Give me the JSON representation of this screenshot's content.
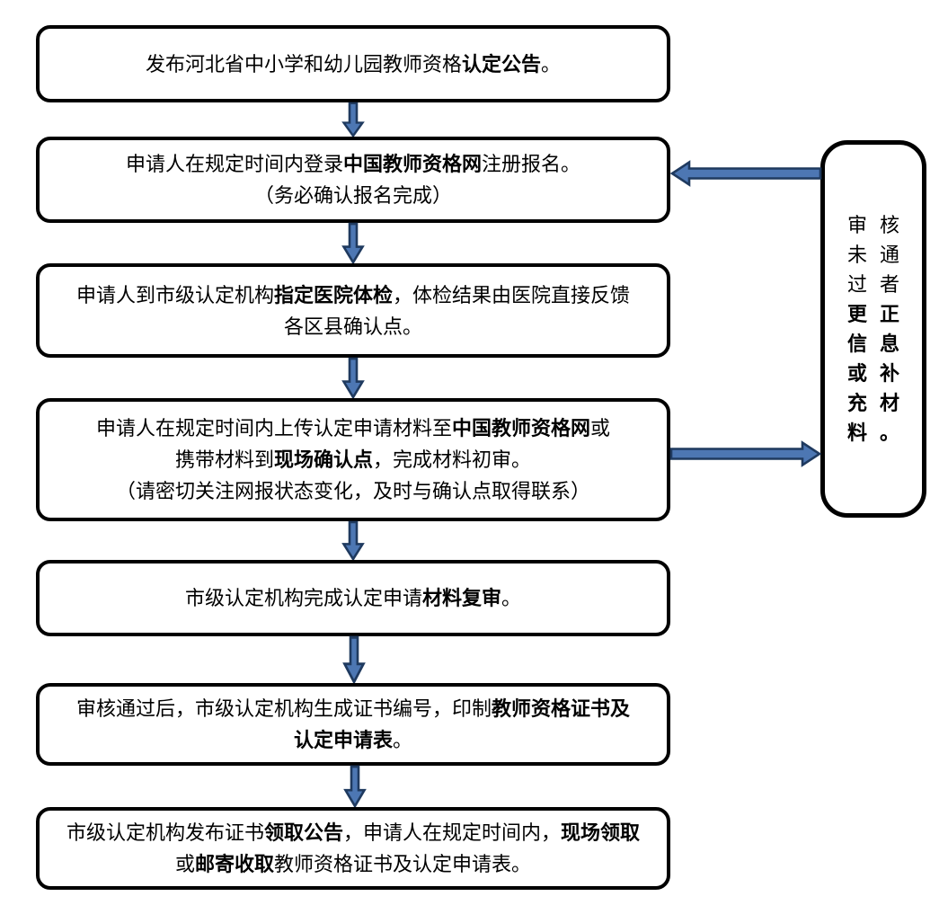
{
  "colors": {
    "box_border": "#000000",
    "arrow_fill": "#4d77b3",
    "arrow_stroke": "#1f3a5f",
    "text": "#000000",
    "background": "#ffffff"
  },
  "flow": {
    "steps": [
      {
        "name": "announcement",
        "lines": [
          [
            {
              "t": "发布河北省中小学和幼儿园教师资格"
            },
            {
              "t": "认定公告",
              "b": true
            },
            {
              "t": "。"
            }
          ]
        ]
      },
      {
        "name": "online-registration",
        "lines": [
          [
            {
              "t": "申请人在规定时间内登录"
            },
            {
              "t": "中国教师资格网",
              "b": true
            },
            {
              "t": "注册报名。"
            }
          ],
          [
            {
              "t": "（务必确认报名完成）"
            }
          ]
        ]
      },
      {
        "name": "physical-exam",
        "lines": [
          [
            {
              "t": "申请人到市级认定机构"
            },
            {
              "t": "指定医院体检",
              "b": true
            },
            {
              "t": "，体检结果由医院直接反馈"
            }
          ],
          [
            {
              "t": "各区县确认点。"
            }
          ]
        ]
      },
      {
        "name": "submit-materials",
        "lines": [
          [
            {
              "t": "申请人在规定时间内上传认定申请材料至"
            },
            {
              "t": "中国教师资格网",
              "b": true
            },
            {
              "t": "或"
            }
          ],
          [
            {
              "t": "携带材料到"
            },
            {
              "t": "现场确认点",
              "b": true
            },
            {
              "t": "，完成材料初审。"
            }
          ],
          [
            {
              "t": "（请密切关注网报状态变化，及时与确认点取得联系）"
            }
          ]
        ]
      },
      {
        "name": "material-recheck",
        "lines": [
          [
            {
              "t": "市级认定机构完成认定申请"
            },
            {
              "t": "材料复审",
              "b": true
            },
            {
              "t": "。"
            }
          ]
        ]
      },
      {
        "name": "certificate-printing",
        "lines": [
          [
            {
              "t": "审核通过后，市级认定机构生成证书编号，印制"
            },
            {
              "t": "教师资格证书及",
              "b": true
            }
          ],
          [
            {
              "t": "认定申请表",
              "b": true
            },
            {
              "t": "。"
            }
          ]
        ]
      },
      {
        "name": "certificate-collection",
        "lines": [
          [
            {
              "t": "市级认定机构发布证书"
            },
            {
              "t": "领取公告",
              "b": true
            },
            {
              "t": "，申请人在规定时间内，"
            },
            {
              "t": "现场领取",
              "b": true
            }
          ],
          [
            {
              "t": "或"
            },
            {
              "t": "邮寄收取",
              "b": true
            },
            {
              "t": "教师资格证书及认定申请表。"
            }
          ]
        ]
      }
    ],
    "side_note": {
      "name": "review-failed-correction",
      "lines": [
        [
          {
            "t": "审核"
          }
        ],
        [
          {
            "t": "未通"
          }
        ],
        [
          {
            "t": "过者"
          }
        ],
        [
          {
            "t": "更正",
            "b": true
          }
        ],
        [
          {
            "t": "信息",
            "b": true
          }
        ],
        [
          {
            "t": "或补",
            "b": true
          }
        ],
        [
          {
            "t": "充材",
            "b": true
          }
        ],
        [
          {
            "t": "料。",
            "b": true
          }
        ]
      ]
    }
  }
}
